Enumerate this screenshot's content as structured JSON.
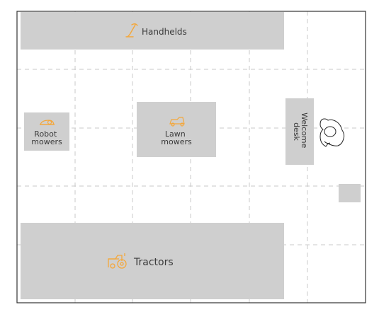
{
  "floor_plan": {
    "colors": {
      "zone_fill": "#cfcfcf",
      "icon_accent": "#f4a73b",
      "border": "#333333",
      "grid": "#c8c8c8",
      "text": "#3a3a3a"
    },
    "zones": [
      {
        "id": "handhelds",
        "label_lines": [
          "Handhelds"
        ],
        "icon": "handheld-tool-icon"
      },
      {
        "id": "robot-mowers",
        "label_lines": [
          "Robot",
          "mowers"
        ],
        "icon": "robot-mower-icon"
      },
      {
        "id": "lawn-mowers",
        "label_lines": [
          "Lawn",
          "mowers"
        ],
        "icon": "lawn-mower-icon"
      },
      {
        "id": "welcome-desk",
        "label_lines": [
          "Welcome",
          "desk"
        ],
        "icon": ""
      },
      {
        "id": "tractors",
        "label_lines": [
          "Tractors"
        ],
        "icon": "tractor-icon"
      }
    ],
    "markers": [
      {
        "id": "visitor",
        "icon": "person-icon"
      },
      {
        "id": "small-block",
        "icon": ""
      }
    ]
  }
}
